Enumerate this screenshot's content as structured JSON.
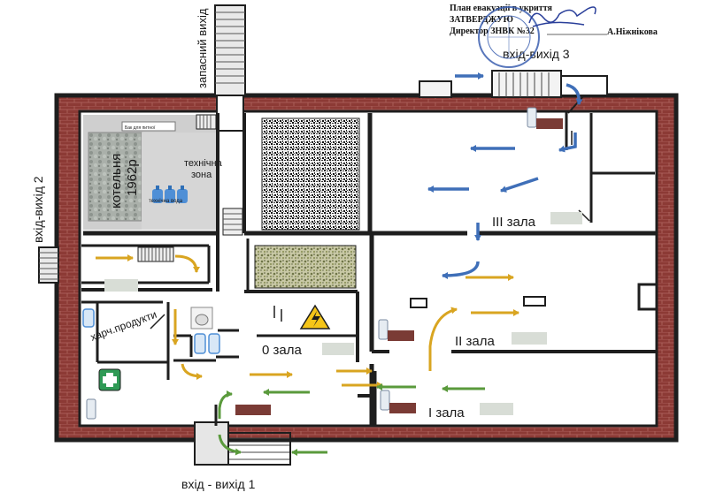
{
  "approval": {
    "line1": "План евакуації в укриття",
    "line2": "ЗАТВЕРДЖУЮ",
    "line3": "Директор ЗНВК №32",
    "signer": "А.Ніжнікова"
  },
  "exits": {
    "spare": "запасний вихід",
    "exit1": "вхід - вихід 1",
    "exit2": "вхід-вихід 2",
    "exit3": "вхід-вихід 3"
  },
  "rooms": {
    "boiler_line1": "котельня",
    "boiler_line2": "1962р",
    "tech_line1": "технічна",
    "tech_line2": "зона",
    "tech_water": "технічна вода",
    "tank_note": "Бак для питної",
    "food": "харч.продукти",
    "hall0": "0 зала",
    "hall1": "І зала",
    "hall2": "ІІ зала",
    "hall3": "ІІІ зала"
  },
  "colors": {
    "wall": "#1e1e1e",
    "brick": "#8c3a35",
    "arrow_yellow": "#d9a521",
    "arrow_green": "#5a9a3c",
    "arrow_blue": "#3f6fb8",
    "label_box": "#d8ddd6",
    "fire_box": "#7a3b35"
  },
  "icons": [
    "first-aid-icon",
    "electric-hazard-icon",
    "water-bottle-icon",
    "fire-extinguisher-icon",
    "stamp-seal",
    "signature"
  ]
}
